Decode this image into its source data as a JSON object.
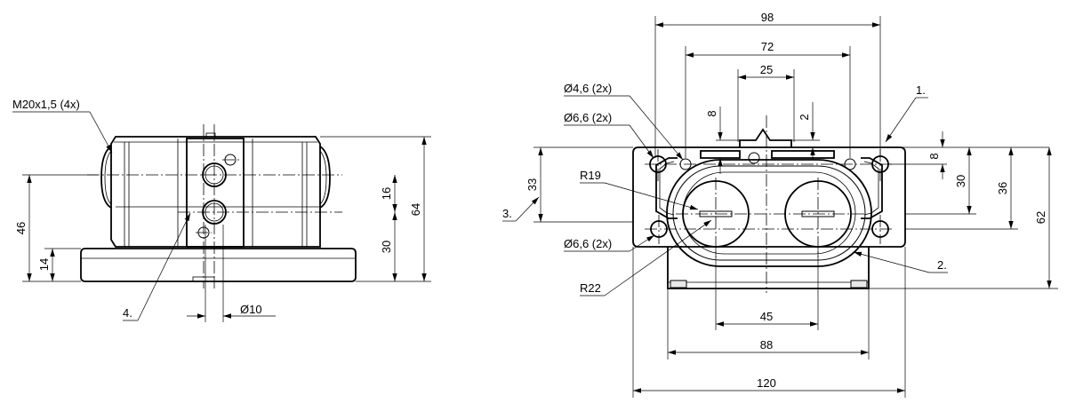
{
  "left_view": {
    "thread_label": "M20x1,5 (4x)",
    "dims": {
      "h46": "46",
      "h14": "14",
      "h16": "16",
      "h30": "30",
      "h64": "64",
      "dia10": "Ø10"
    },
    "callout4": "4."
  },
  "right_view": {
    "dims": {
      "w98": "98",
      "w72": "72",
      "w25": "25",
      "v8a": "8",
      "v2": "2",
      "v8b": "8",
      "h33": "33",
      "h30": "30",
      "h36": "36",
      "h62": "62",
      "w45": "45",
      "w88": "88",
      "w120": "120"
    },
    "labels": {
      "hole46": "Ø4,6 (2x)",
      "hole66top": "Ø6,6 (2x)",
      "hole66bot": "Ø6,6 (2x)",
      "r19": "R19",
      "r22": "R22"
    },
    "callouts": {
      "c1": "1.",
      "c2": "2.",
      "c3": "3."
    }
  }
}
